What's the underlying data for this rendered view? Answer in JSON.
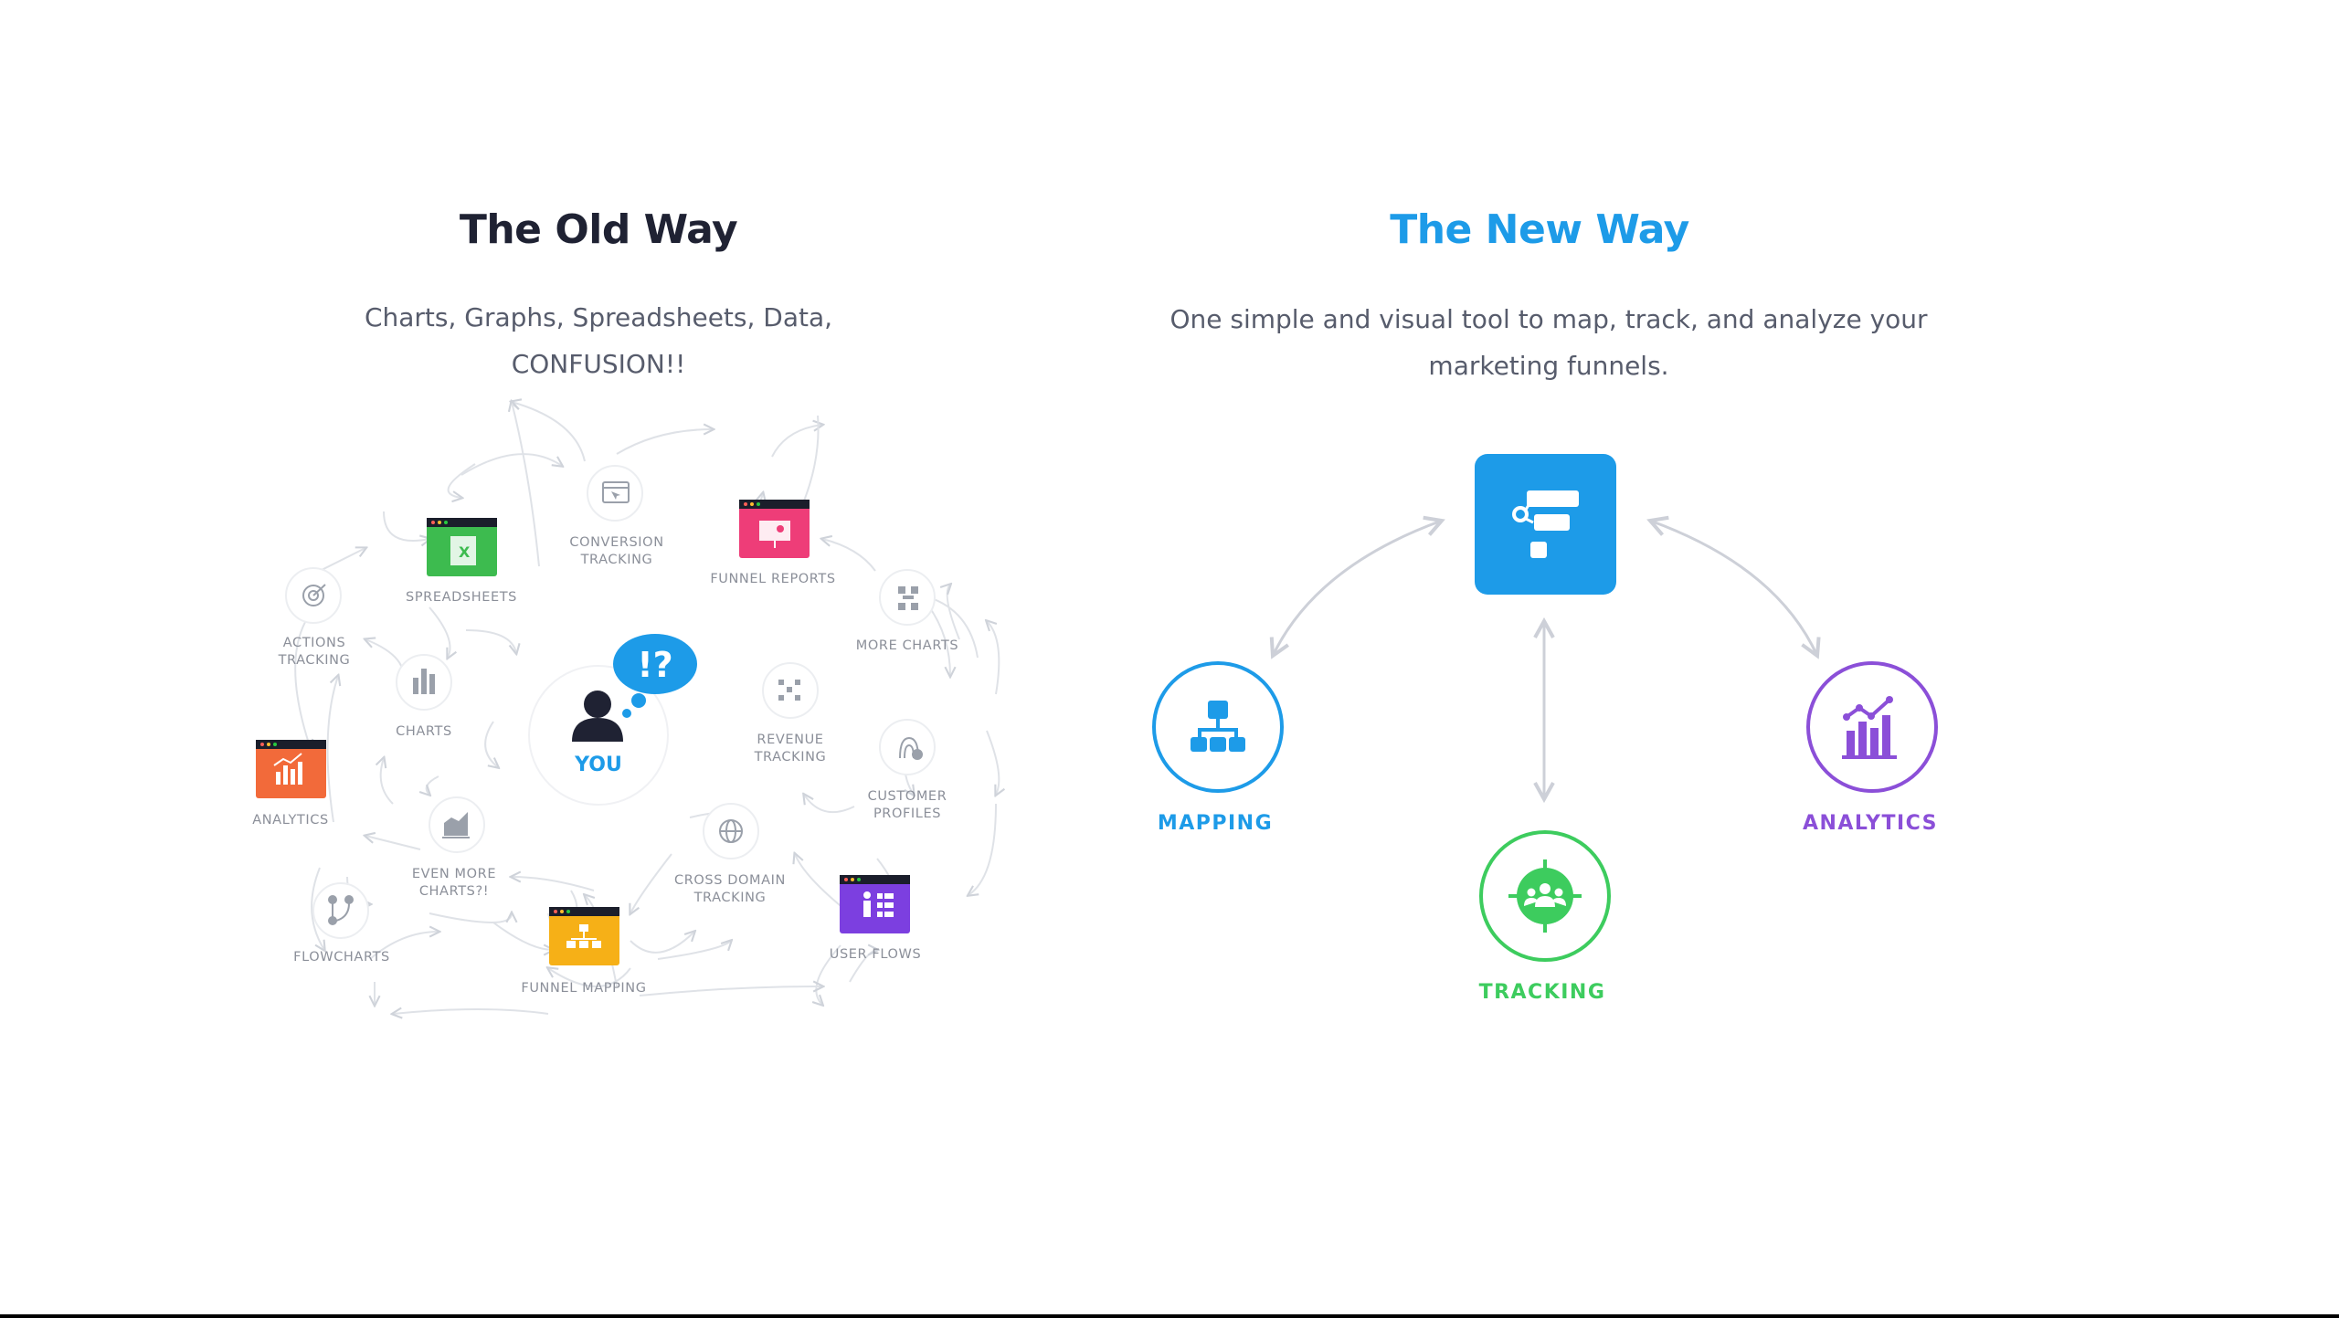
{
  "old_way": {
    "title": "The Old Way",
    "subtitle_line1": "Charts, Graphs, Spreadsheets, Data,",
    "subtitle_line2": "CONFUSION!!",
    "center": {
      "label": "YOU",
      "bubble": "!?"
    },
    "nodes": {
      "conversion": [
        "CONVERSION",
        "TRACKING"
      ],
      "spreadsheets": [
        "SPREADSHEETS"
      ],
      "funnel_reports": [
        "FUNNEL REPORTS"
      ],
      "actions": [
        "ACTIONS",
        "TRACKING"
      ],
      "more_charts": [
        "MORE CHARTS"
      ],
      "charts": [
        "CHARTS"
      ],
      "revenue": [
        "REVENUE",
        "TRACKING"
      ],
      "customer": [
        "CUSTOMER",
        "PROFILES"
      ],
      "analytics": [
        "ANALYTICS"
      ],
      "even_more": [
        "EVEN MORE",
        "CHARTS?!"
      ],
      "cross_domain": [
        "CROSS DOMAIN",
        "TRACKING"
      ],
      "flowcharts": [
        "FLOWCHARTS"
      ],
      "funnel_mapping": [
        "FUNNEL MAPPING"
      ],
      "user_flows": [
        "USER FLOWS"
      ]
    }
  },
  "new_way": {
    "title": "The New Way",
    "subtitle_line1": "One simple and visual tool to map, track, and analyze your",
    "subtitle_line2": "marketing funnels.",
    "mapping_label": "MAPPING",
    "tracking_label": "TRACKING",
    "analytics_label": "ANALYTICS"
  },
  "colors": {
    "blue": "#1d9be8",
    "green": "#3dcc5e",
    "purple": "#8b4fd8",
    "excel_green": "#3dbb4f",
    "pink": "#ee3d78",
    "orange": "#f26a3a",
    "yellow": "#f6b017",
    "violet": "#7c3fe0",
    "dark_text": "#1f2233"
  }
}
